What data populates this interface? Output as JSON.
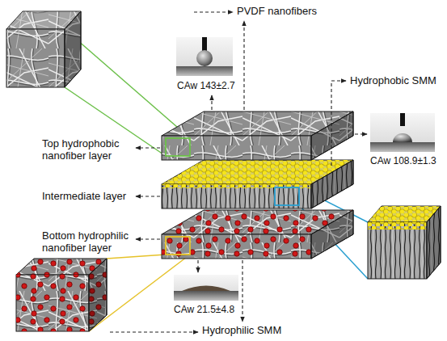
{
  "diagram": {
    "labels": [
      "PVDF nanofibers",
      "CAw 143±2.7",
      "Top hydrophobic nanofiber layer",
      "Hydrophobic SMM",
      "CAw 108.9±1.3",
      "Intermediate layer",
      "Bottom hydrophilic nanofiber layer",
      "CAw 21.5±4.8",
      "Hydrophilic SMM"
    ]
  }
}
